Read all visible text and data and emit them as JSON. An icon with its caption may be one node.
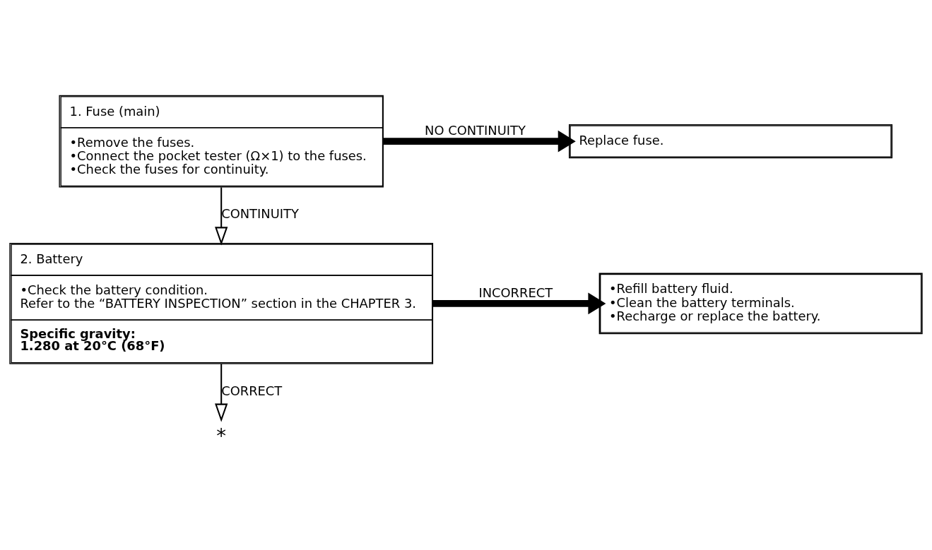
{
  "diagram": {
    "nodes": [
      {
        "text": [
          "1. Fuse (main)",
          "•Remove the fuses.",
          "•Connect the pocket tester (Ω×1) to the fuses.",
          "•Check the fuses for continuity."
        ]
      },
      {
        "text": [
          "Replace fuse."
        ]
      },
      {
        "text": [
          "2. Battery",
          "•Check the battery condition.",
          "Refer to the “BATTERY INSPECTION” section in the CHAPTER 3.",
          "Specific gravity:",
          "1.280 at 20°C (68°F)"
        ]
      },
      {
        "text": [
          "•Refill battery fluid.",
          "•Clean the battery terminals.",
          "•Recharge or replace the battery."
        ]
      },
      {
        "text": [
          "*"
        ]
      }
    ],
    "edges": [
      {
        "from": 0,
        "to": 1,
        "arrow": "to",
        "label": "NO CONTINUITY",
        "style": "thick"
      },
      {
        "from": 0,
        "to": 2,
        "arrow": "to",
        "label": "CONTINUITY"
      },
      {
        "from": 2,
        "to": 3,
        "arrow": "to",
        "label": "INCORRECT",
        "style": "thick"
      },
      {
        "from": 2,
        "to": 4,
        "arrow": "to",
        "label": "CORRECT"
      }
    ]
  }
}
